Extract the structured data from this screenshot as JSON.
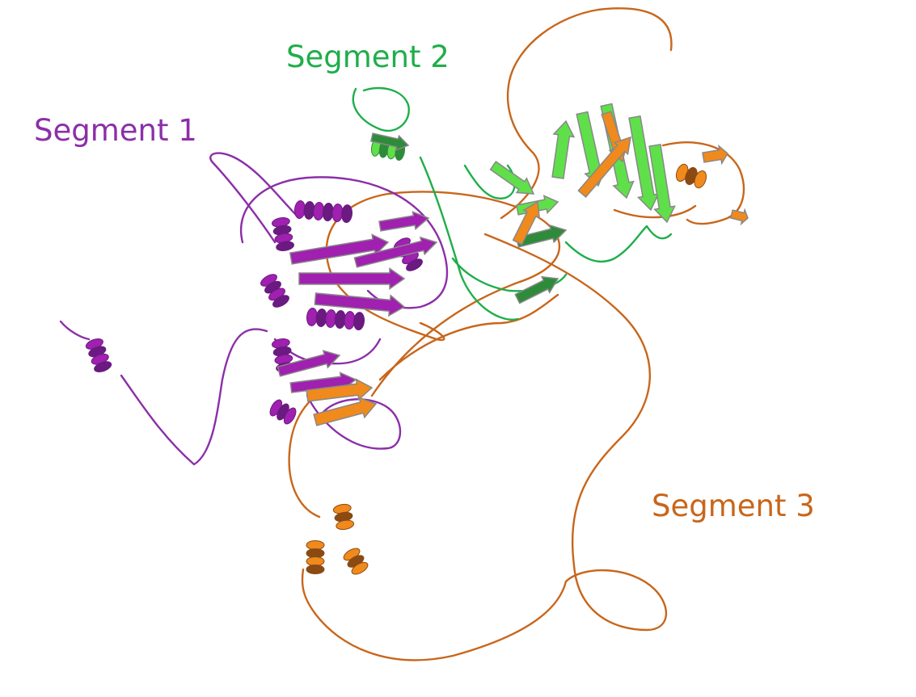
{
  "segments": [
    {
      "label": "Segment 1",
      "color": "#8b2fa8",
      "ribbon": "#a020b0",
      "shade": "#6a1a80"
    },
    {
      "label": "Segment 2",
      "color": "#1fae4a",
      "ribbon": "#5fe04a",
      "shade": "#2e8b3a"
    },
    {
      "label": "Segment 3",
      "color": "#c8661b",
      "ribbon": "#f08a1c",
      "shade": "#8a4a12"
    }
  ],
  "colors": {
    "background": "#ffffff",
    "sheet_edge": "#888888"
  }
}
